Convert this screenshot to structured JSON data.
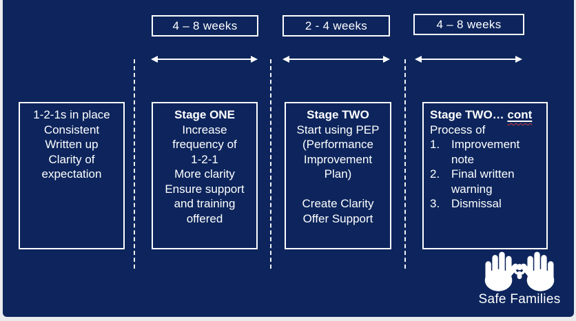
{
  "colors": {
    "slide_background": "#0d255c",
    "app_frame": "#e9ebee",
    "foreground": "#ffffff",
    "spellcheck_red": "#d23b3b"
  },
  "timeline": {
    "durations": [
      {
        "label": "4 – 8 weeks"
      },
      {
        "label": "2 - 4 weeks"
      },
      {
        "label": "4 – 8 weeks"
      }
    ]
  },
  "stages": [
    {
      "lines": [
        "1-2-1s in place",
        "Consistent",
        "Written up",
        "Clarity of",
        "expectation"
      ]
    },
    {
      "title": "Stage ONE",
      "lines": [
        "Increase",
        "frequency of",
        "1-2-1",
        "More clarity",
        "Ensure support",
        "and training",
        "offered"
      ]
    },
    {
      "title": "Stage TWO",
      "lines_top": [
        "Start using PEP",
        "(Performance",
        "Improvement",
        "Plan)"
      ],
      "lines_bottom": [
        "Create Clarity",
        "Offer Support"
      ]
    },
    {
      "title_prefix": "Stage TWO… ",
      "title_suffix": "cont",
      "intro": "Process of",
      "items": [
        {
          "num": "1.",
          "text": "Improvement note"
        },
        {
          "num": "2.",
          "text": "Final written warning"
        },
        {
          "num": "3.",
          "text": "Dismissal"
        }
      ]
    }
  ],
  "logo": {
    "text": "Safe Families"
  }
}
